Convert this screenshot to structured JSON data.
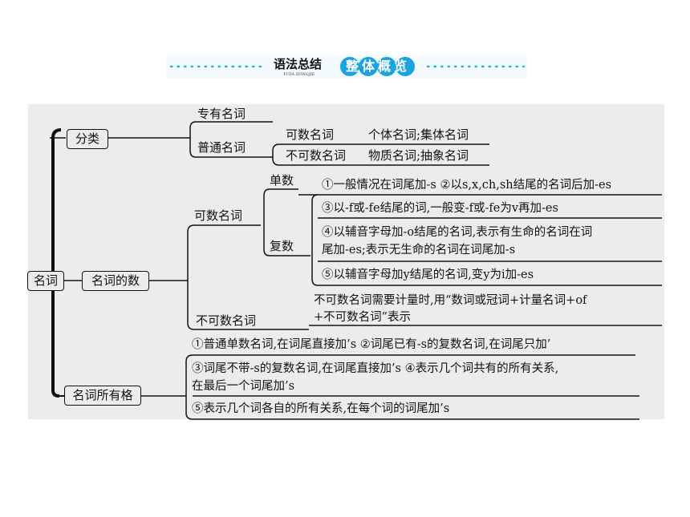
{
  "banner": {
    "left_title": "语法总结",
    "left_sub": "YUFA ZONGJIE",
    "right_title": "整体概览"
  },
  "tree": {
    "root": "名词",
    "category": {
      "label": "分类",
      "proper": "专有名词",
      "common": "普通名词",
      "countable": "可数名词",
      "countable_types": "个体名词;集体名词",
      "uncountable": "不可数名词",
      "uncountable_types": "物质名词;抽象名词"
    },
    "number": {
      "label": "名词的数",
      "countable": "可数名词",
      "singular": "单数",
      "plural": "复数",
      "rule1": "①一般情况在词尾加-s ②以s,x,ch,sh结尾的名词后加-es",
      "rule3": "③以-f或-fe结尾的词,一般变-f或-fe为v再加-es",
      "rule4_line1": "④以辅音字母加-o结尾的名词,表示有生命的名词在词",
      "rule4_line2": "尾加-es;表示无生命的名词在词尾加-s",
      "rule5": "⑤以辅音字母加y结尾的名词,变y为i加-es",
      "uncountable": "不可数名词",
      "uncountable_line1": "不可数名词需要计量时,用“数词或冠词+计量名词+of",
      "uncountable_line2": "+不可数名词”表示"
    },
    "possessive": {
      "label": "名词所有格",
      "rule1": "①普通单数名词,在词尾直接加’s ②词尾已有-s的复数名词,在词尾只加’",
      "rule3_line1": "③词尾不带-s的复数名词,在词尾直接加’s ④表示几个词共有的所有关系,",
      "rule3_line2": "在最后一个词尾加’s",
      "rule5": "⑤表示几个词各自的所有关系,在每个词的词尾加’s"
    }
  }
}
